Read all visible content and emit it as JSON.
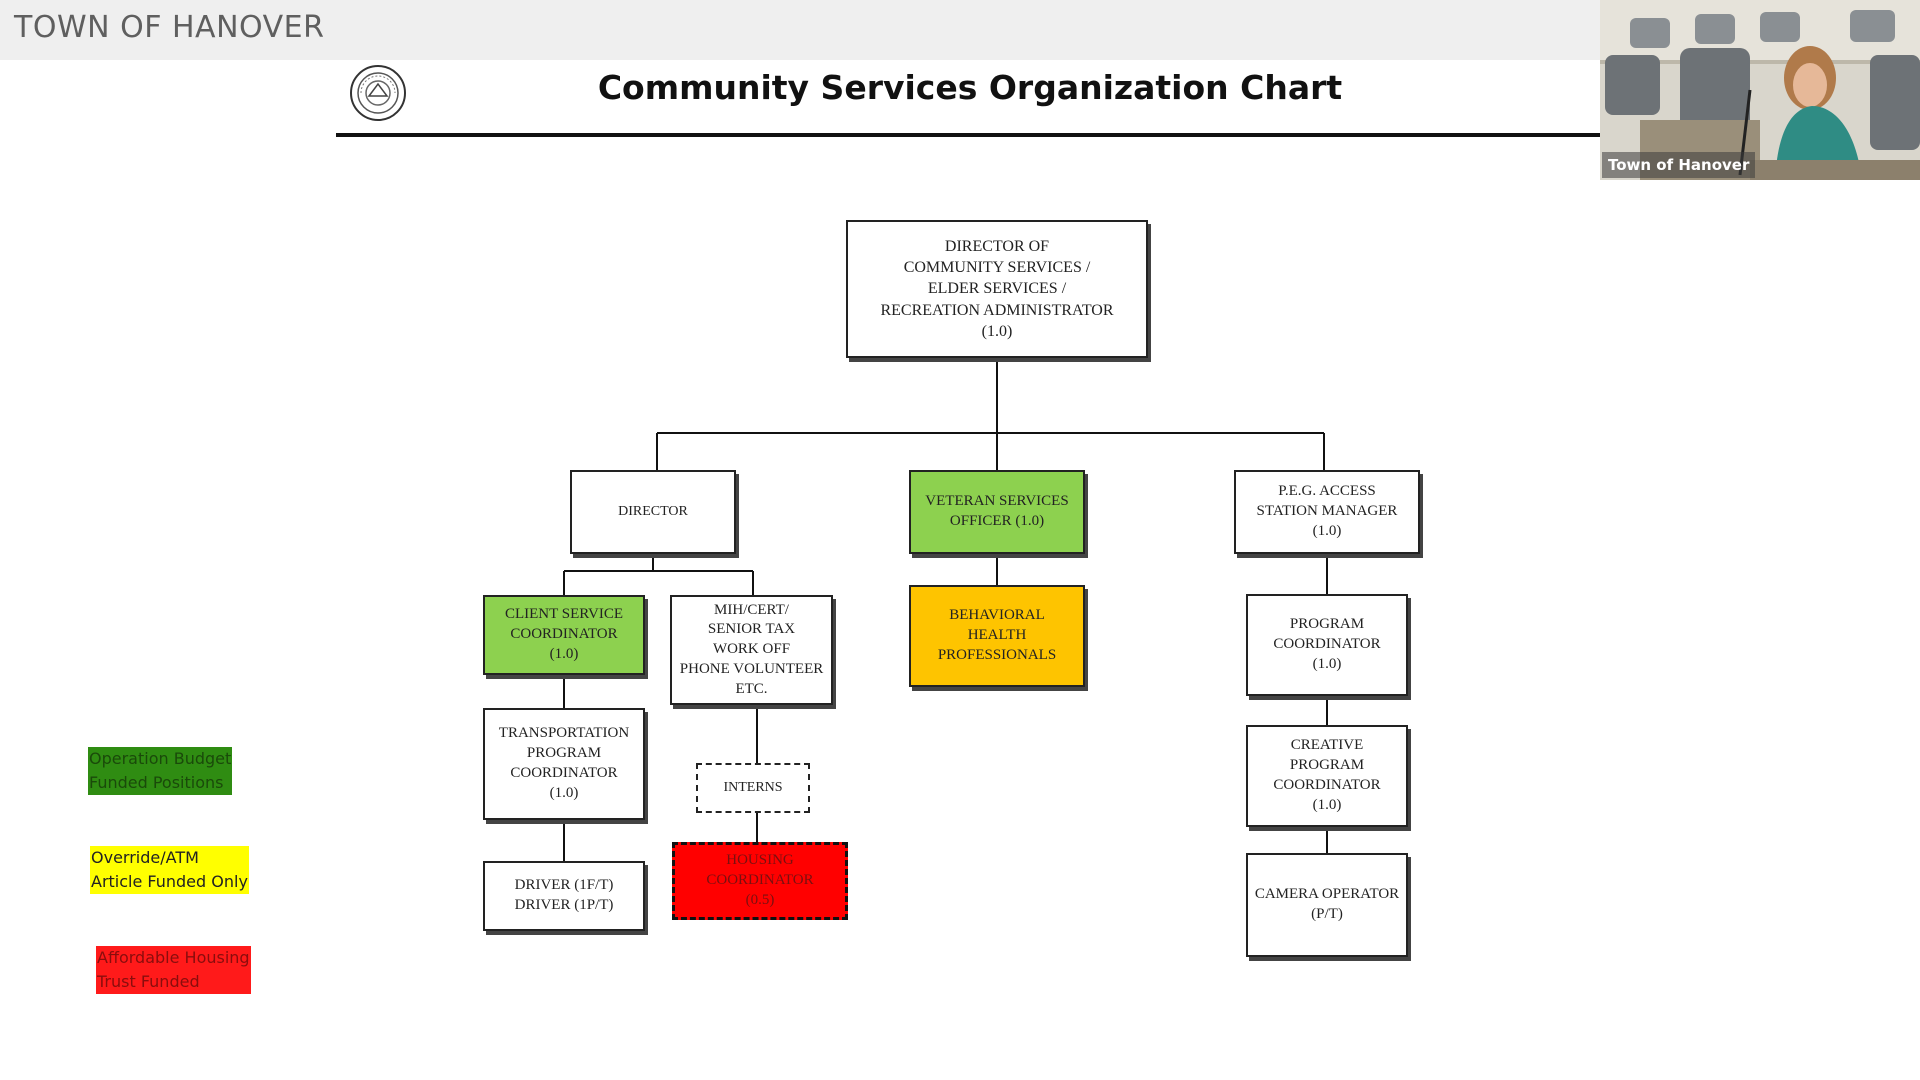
{
  "banner": {
    "title": "TOWN OF HANOVER"
  },
  "slide": {
    "title": "Community Services Organization Chart"
  },
  "video": {
    "label": "Town of Hanover"
  },
  "org": {
    "director_cs": "DIRECTOR OF\nCOMMUNITY SERVICES /\nELDER SERVICES /\nRECREATION ADMINISTRATOR\n(1.0)",
    "director": "DIRECTOR",
    "veteran": "VETERAN SERVICES\nOFFICER (1.0)",
    "peg": "P.E.G. ACCESS\nSTATION MANAGER\n(1.0)",
    "client": "CLIENT SERVICE\nCOORDINATOR\n(1.0)",
    "mih": "MIH/CERT/\nSENIOR TAX\nWORK OFF\nPHONE VOLUNTEER\nETC.",
    "behavioral": "BEHAVIORAL\nHEALTH\nPROFESSIONALS",
    "program": "PROGRAM\nCOORDINATOR\n(1.0)",
    "transportation": "TRANSPORTATION\nPROGRAM\nCOORDINATOR\n(1.0)",
    "interns": "INTERNS",
    "creative": "CREATIVE\nPROGRAM\nCOORDINATOR\n(1.0)",
    "housing": "HOUSING\nCOORDINATOR\n(0.5)",
    "driver": "DRIVER (1F/T)\nDRIVER (1P/T)",
    "camera": "CAMERA OPERATOR\n(P/T)"
  },
  "legend": {
    "operation": "Operation Budget\nFunded Positions",
    "override": "Override/ATM\nArticle Funded Only",
    "affordable": "Affordable Housing\nTrust Funded"
  },
  "colors": {
    "green": "#8dd14f",
    "yellow": "#fec400",
    "red": "#ff0000",
    "legend_green": "#2f8c12",
    "legend_yellow": "#ffff00",
    "legend_red": "#ff1a1a"
  }
}
